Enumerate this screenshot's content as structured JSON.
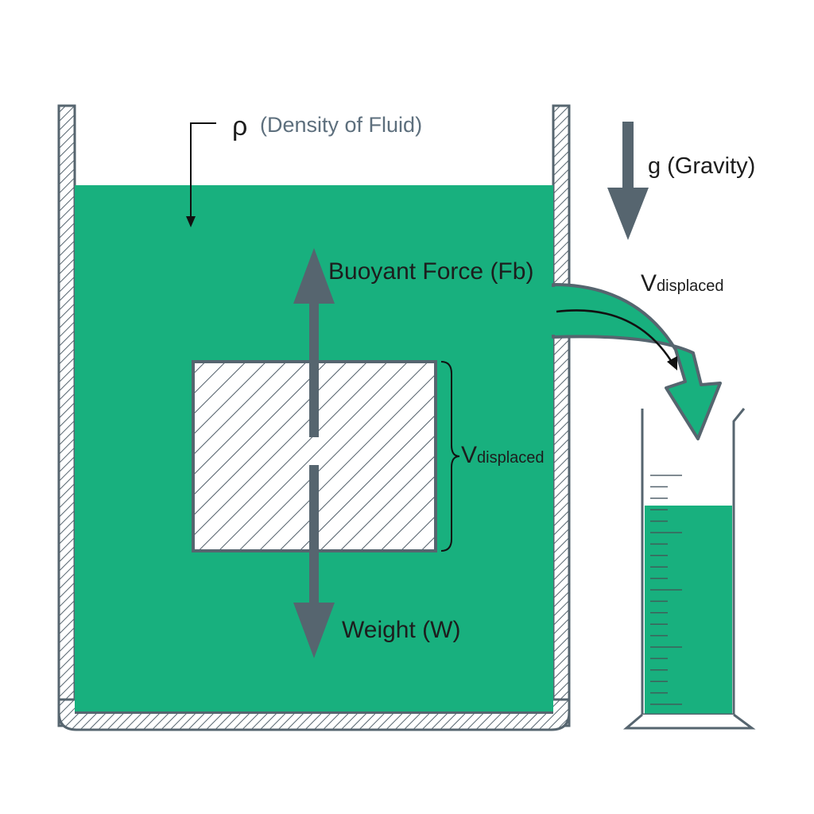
{
  "labels": {
    "density_symbol": "ρ",
    "density_text": "(Density of Fluid)",
    "gravity": "g (Gravity)",
    "buoyant_force": "Buoyant Force (Fb)",
    "weight": "Weight (W)",
    "v_main": "V",
    "v_sub": "displaced",
    "v_outflow_main": "V",
    "v_outflow_sub": "displaced"
  },
  "colors": {
    "fluid": "#18b07e",
    "wall": "#56656f",
    "arrow": "#56656f",
    "hatch": "#4f5d68",
    "text": "#1d1d1d",
    "text_soft": "#5d6f7d",
    "background": "#ffffff"
  }
}
